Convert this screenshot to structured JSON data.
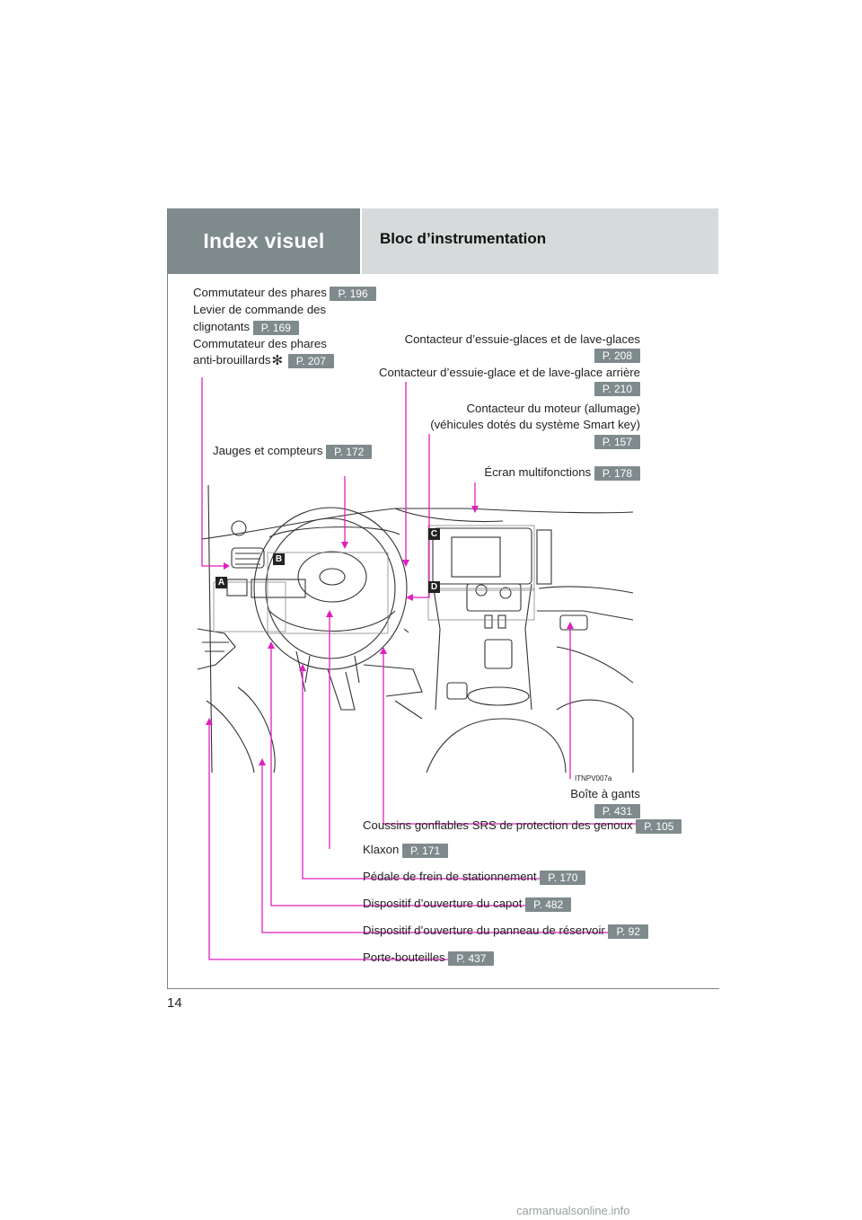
{
  "header": {
    "section": "Index visuel",
    "title": "Bloc d’instrumentation"
  },
  "labels": {
    "headlight": {
      "text": "Commutateur des phares",
      "page": "P. 196"
    },
    "turn_lever_1": {
      "text": "Levier de commande des"
    },
    "turn_lever_2": {
      "text": "clignotants",
      "page": "P. 169"
    },
    "fog_1": {
      "text": "Commutateur des phares"
    },
    "fog_2": {
      "text": "anti-brouillards",
      "mark": "✻",
      "page": "P. 207"
    },
    "wiper_front": {
      "text": "Contacteur d’essuie-glaces et de lave-glaces",
      "page": "P. 208"
    },
    "wiper_rear": {
      "text": "Contacteur d’essuie-glace et de lave-glace arrière",
      "page": "P. 210"
    },
    "engine_1": {
      "text": "Contacteur du moteur (allumage)"
    },
    "engine_2": {
      "text": "(véhicules dotés du système Smart key)",
      "page": "P. 157"
    },
    "gauges": {
      "text": "Jauges et compteurs",
      "page": "P. 172"
    },
    "display": {
      "text": "Écran multifonctions",
      "page": "P. 178"
    },
    "glovebox": {
      "text": "Boîte à gants",
      "page": "P. 431"
    },
    "knee_airbag": {
      "text": "Coussins gonflables SRS de protection des genoux",
      "page": "P. 105"
    },
    "horn": {
      "text": "Klaxon",
      "page": "P. 171"
    },
    "parking_brake": {
      "text": "Pédale de frein de stationnement",
      "page": "P. 170"
    },
    "hood": {
      "text": "Dispositif d’ouverture du capot",
      "page": "P. 482"
    },
    "fuel": {
      "text": "Dispositif d’ouverture du panneau de réservoir",
      "page": "P. 92"
    },
    "bottle": {
      "text": "Porte-bouteilles",
      "page": "P. 437"
    }
  },
  "callouts": {
    "a": "A",
    "b": "B",
    "c": "C",
    "d": "D"
  },
  "image_code": "ITNPV007a",
  "page_number": "14",
  "footer": "carmanualsonline.info",
  "colors": {
    "leader": "#e01fbf",
    "badge": "#7f8a8c",
    "header_dark": "#7e8a8c",
    "header_light": "#d6dadb"
  }
}
